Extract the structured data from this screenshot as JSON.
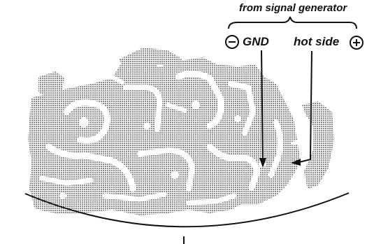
{
  "labels": {
    "source": "from signal generator",
    "gnd": "GND",
    "hot": "hot side",
    "minus_symbol": "−",
    "plus_symbol": "+"
  },
  "colors": {
    "background": "#ffffff",
    "ink": "#111111",
    "copper_trace": "#9a9a9a"
  },
  "icons": [
    "minus-terminal-icon",
    "plus-terminal-icon",
    "arrow-head-icon"
  ]
}
